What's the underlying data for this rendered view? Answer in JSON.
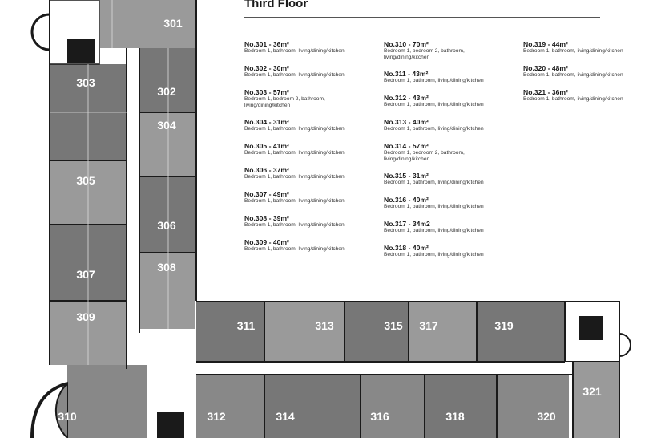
{
  "heading": "Third Floor",
  "units": [
    {
      "id": "301",
      "title": "No.301 - 36m²",
      "desc": "Bedroom 1, bathroom, living/dining/kitchen"
    },
    {
      "id": "302",
      "title": "No.302 - 30m²",
      "desc": "Bedroom 1, bathroom, living/dining/kitchen"
    },
    {
      "id": "303",
      "title": "No.303 - 57m²",
      "desc": "Bedroom 1, bedroom 2, bathroom, living/dining/kitchen"
    },
    {
      "id": "304",
      "title": "No.304 - 31m²",
      "desc": "Bedroom 1, bathroom, living/dining/kitchen"
    },
    {
      "id": "305",
      "title": "No.305 - 41m²",
      "desc": "Bedroom 1, bathroom, living/dining/kitchen"
    },
    {
      "id": "306",
      "title": "No.306 - 37m²",
      "desc": "Bedroom 1, bathroom, living/dining/kitchen"
    },
    {
      "id": "307",
      "title": "No.307 - 49m²",
      "desc": "Bedroom 1, bathroom, living/dining/kitchen"
    },
    {
      "id": "308",
      "title": "No.308 - 39m²",
      "desc": "Bedroom 1, bathroom, living/dining/kitchen"
    },
    {
      "id": "309",
      "title": "No.309 - 40m²",
      "desc": "Bedroom 1, bathroom, living/dining/kitchen"
    },
    {
      "id": "310",
      "title": "No.310 - 70m²",
      "desc": "Bedroom 1, bedroom 2, bathroom, living/dining/kitchen"
    },
    {
      "id": "311",
      "title": "No.311 - 43m²",
      "desc": "Bedroom 1, bathroom, living/dining/kitchen"
    },
    {
      "id": "312",
      "title": "No.312 - 43m²",
      "desc": "Bedroom 1, bathroom, living/dining/kitchen"
    },
    {
      "id": "313",
      "title": "No.313 - 40m²",
      "desc": "Bedroom 1, bathroom, living/dining/kitchen"
    },
    {
      "id": "314",
      "title": "No.314 - 57m²",
      "desc": "Bedroom 1, bedroom 2, bathroom, living/dining/kitchen"
    },
    {
      "id": "315",
      "title": "No.315 - 31m²",
      "desc": "Bedroom 1, bathroom, living/dining/kitchen"
    },
    {
      "id": "316",
      "title": "No.316 - 40m²",
      "desc": "Bedroom 1, bathroom, living/dining/kitchen"
    },
    {
      "id": "317",
      "title": "No.317 - 34m2",
      "desc": "Bedroom 1, bathroom, living/dining/kitchen"
    },
    {
      "id": "318",
      "title": "No.318 - 40m²",
      "desc": "Bedroom 1, bathroom, living/dining/kitchen"
    },
    {
      "id": "319",
      "title": "No.319 - 44m²",
      "desc": "Bedroom 1, bathroom, living/dining/kitchen"
    },
    {
      "id": "320",
      "title": "No.320 - 48m²",
      "desc": "Bedroom 1, bathroom, living/dining/kitchen"
    },
    {
      "id": "321",
      "title": "No.321 - 36m²",
      "desc": "Bedroom 1, bathroom, living/dining/kitchen"
    }
  ],
  "colors": {
    "unit_dark": "#6f6f6f",
    "unit_mid": "#8a8a8a",
    "unit_light": "#a6a6a6",
    "corridor": "#ffffff",
    "wall": "#1a1a1a"
  }
}
